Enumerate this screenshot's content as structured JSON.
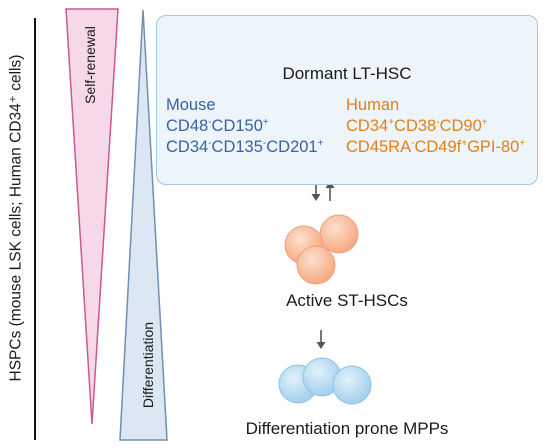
{
  "left_axis": {
    "label": "HSPCs (mouse LSK cells; Human CD34⁺ cells)"
  },
  "gradients": {
    "self_renewal": {
      "label": "Self-renewal",
      "fill": "#f6d8e8",
      "stroke": "#c95a8e"
    },
    "differentiation": {
      "label": "Differentiation",
      "fill": "#dbe8f4",
      "stroke": "#6f8fb3"
    }
  },
  "lt_hsc": {
    "title": "Dormant LT-HSC",
    "cell_color": "#e6a8c6",
    "mouse": {
      "heading": "Mouse",
      "line1": [
        {
          "t": "CD48",
          "s": "-"
        },
        {
          "t": "CD150",
          "s": "+"
        }
      ],
      "line2": [
        {
          "t": "CD34",
          "s": "-"
        },
        {
          "t": "CD135",
          "s": "-"
        },
        {
          "t": "CD201",
          "s": "+"
        }
      ]
    },
    "human": {
      "heading": "Human",
      "line1": [
        {
          "t": "CD34",
          "s": "+"
        },
        {
          "t": "CD38",
          "s": "-"
        },
        {
          "t": "CD90",
          "s": "+"
        }
      ],
      "line2": [
        {
          "t": "CD45RA",
          "s": "-"
        },
        {
          "t": "CD49f",
          "s": "+"
        },
        {
          "t": "GPI-80",
          "s": "+"
        }
      ]
    },
    "colors": {
      "mouse": "#3a62a4",
      "human": "#e0801d"
    }
  },
  "st_hsc": {
    "title": "Active ST-HSCs",
    "cell_color": "#f7b08a"
  },
  "mpp": {
    "title": "Differentiation prone MPPs",
    "cell_color": "#a9d4ef"
  }
}
